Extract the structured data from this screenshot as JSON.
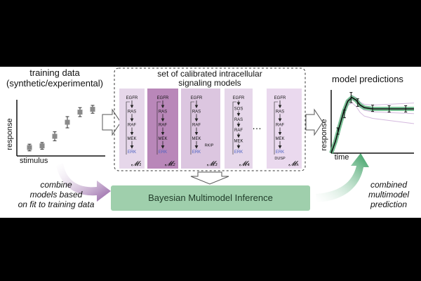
{
  "colors": {
    "background": "#000000",
    "panel": "#ffffff",
    "model_fills": [
      "#e6d7ea",
      "#b987b9",
      "#dcc6e0",
      "#e6d7ea",
      "#ead9ee"
    ],
    "bmmi_box": "#9fcfac",
    "bmmi_text": "#1f3a28",
    "erk_text": "#4a5fc1",
    "left_arrow": "#8e5aa0",
    "right_arrow": "#2f9a5a",
    "prediction_line": "#111111",
    "prediction_band": "#57b07b",
    "prediction_alt": "#c9a7d6"
  },
  "training": {
    "title_line1": "training data",
    "title_line2": "(synthetic/experimental)",
    "xlabel": "stimulus",
    "ylabel": "response"
  },
  "models_panel": {
    "title_line1": "set of calibrated intracellular",
    "title_line2": "signaling models",
    "ellipsis": "…",
    "models": [
      {
        "nodes": [
          "EGFR",
          "RAS",
          "RAF",
          "MEK",
          "ERK"
        ],
        "extra": "",
        "label": "𝓜₁"
      },
      {
        "nodes": [
          "EGFR",
          "RAS",
          "RAF",
          "MEK",
          "ERK"
        ],
        "extra": "",
        "label": "𝓜₂"
      },
      {
        "nodes": [
          "EGFR",
          "RAS",
          "RAF",
          "MEK",
          "ERK"
        ],
        "extra": "RKIP",
        "label": "𝓜₃"
      },
      {
        "nodes": [
          "EGFR",
          "SOS",
          "RAS",
          "RAF",
          "MEK",
          "ERK"
        ],
        "extra": "",
        "label": "𝓜₄"
      },
      {
        "nodes": [
          "EGFR",
          "RAS",
          "RAF",
          "MEK",
          "ERK"
        ],
        "extra": "DUSP",
        "label": "𝓜ₖ"
      }
    ]
  },
  "predictions": {
    "title": "model predictions",
    "xlabel": "time",
    "ylabel": "response"
  },
  "bmmi": {
    "label": "Bayesian Multimodel Inference"
  },
  "left_caption": {
    "line1": "combine",
    "line2": "models based",
    "line3": "on fit to training data"
  },
  "right_caption": {
    "line1": "combined",
    "line2": "multimodel",
    "line3": "prediction"
  },
  "chart_data": [
    {
      "type": "scatter",
      "title": "training data (synthetic/experimental)",
      "xlabel": "stimulus",
      "ylabel": "response",
      "x": [
        1,
        2,
        3,
        4,
        5,
        6
      ],
      "y": [
        0.15,
        0.18,
        0.35,
        0.6,
        0.78,
        0.83
      ],
      "err": [
        0.06,
        0.06,
        0.08,
        0.1,
        0.08,
        0.07
      ],
      "xlim": [
        0,
        7
      ],
      "ylim": [
        0,
        1
      ]
    },
    {
      "type": "line",
      "title": "model predictions",
      "xlabel": "time",
      "ylabel": "response",
      "x": [
        0,
        0.5,
        1,
        1.5,
        2,
        2.5,
        3,
        3.5,
        4,
        5,
        6,
        7,
        8,
        9,
        10
      ],
      "series": [
        {
          "values": [
            0,
            0.18,
            0.42,
            0.65,
            0.82,
            0.88,
            0.84,
            0.76,
            0.72,
            0.7,
            0.7,
            0.7,
            0.7,
            0.7,
            0.7
          ]
        }
      ],
      "error_points": {
        "x": [
          0.8,
          1.6,
          2.4,
          3.2,
          5,
          7,
          9
        ],
        "y": [
          0.35,
          0.62,
          0.88,
          0.8,
          0.71,
          0.7,
          0.7
        ],
        "err": [
          0.05,
          0.06,
          0.08,
          0.06,
          0.05,
          0.05,
          0.05
        ]
      },
      "xlim": [
        0,
        10
      ],
      "ylim": [
        0,
        1
      ]
    }
  ]
}
